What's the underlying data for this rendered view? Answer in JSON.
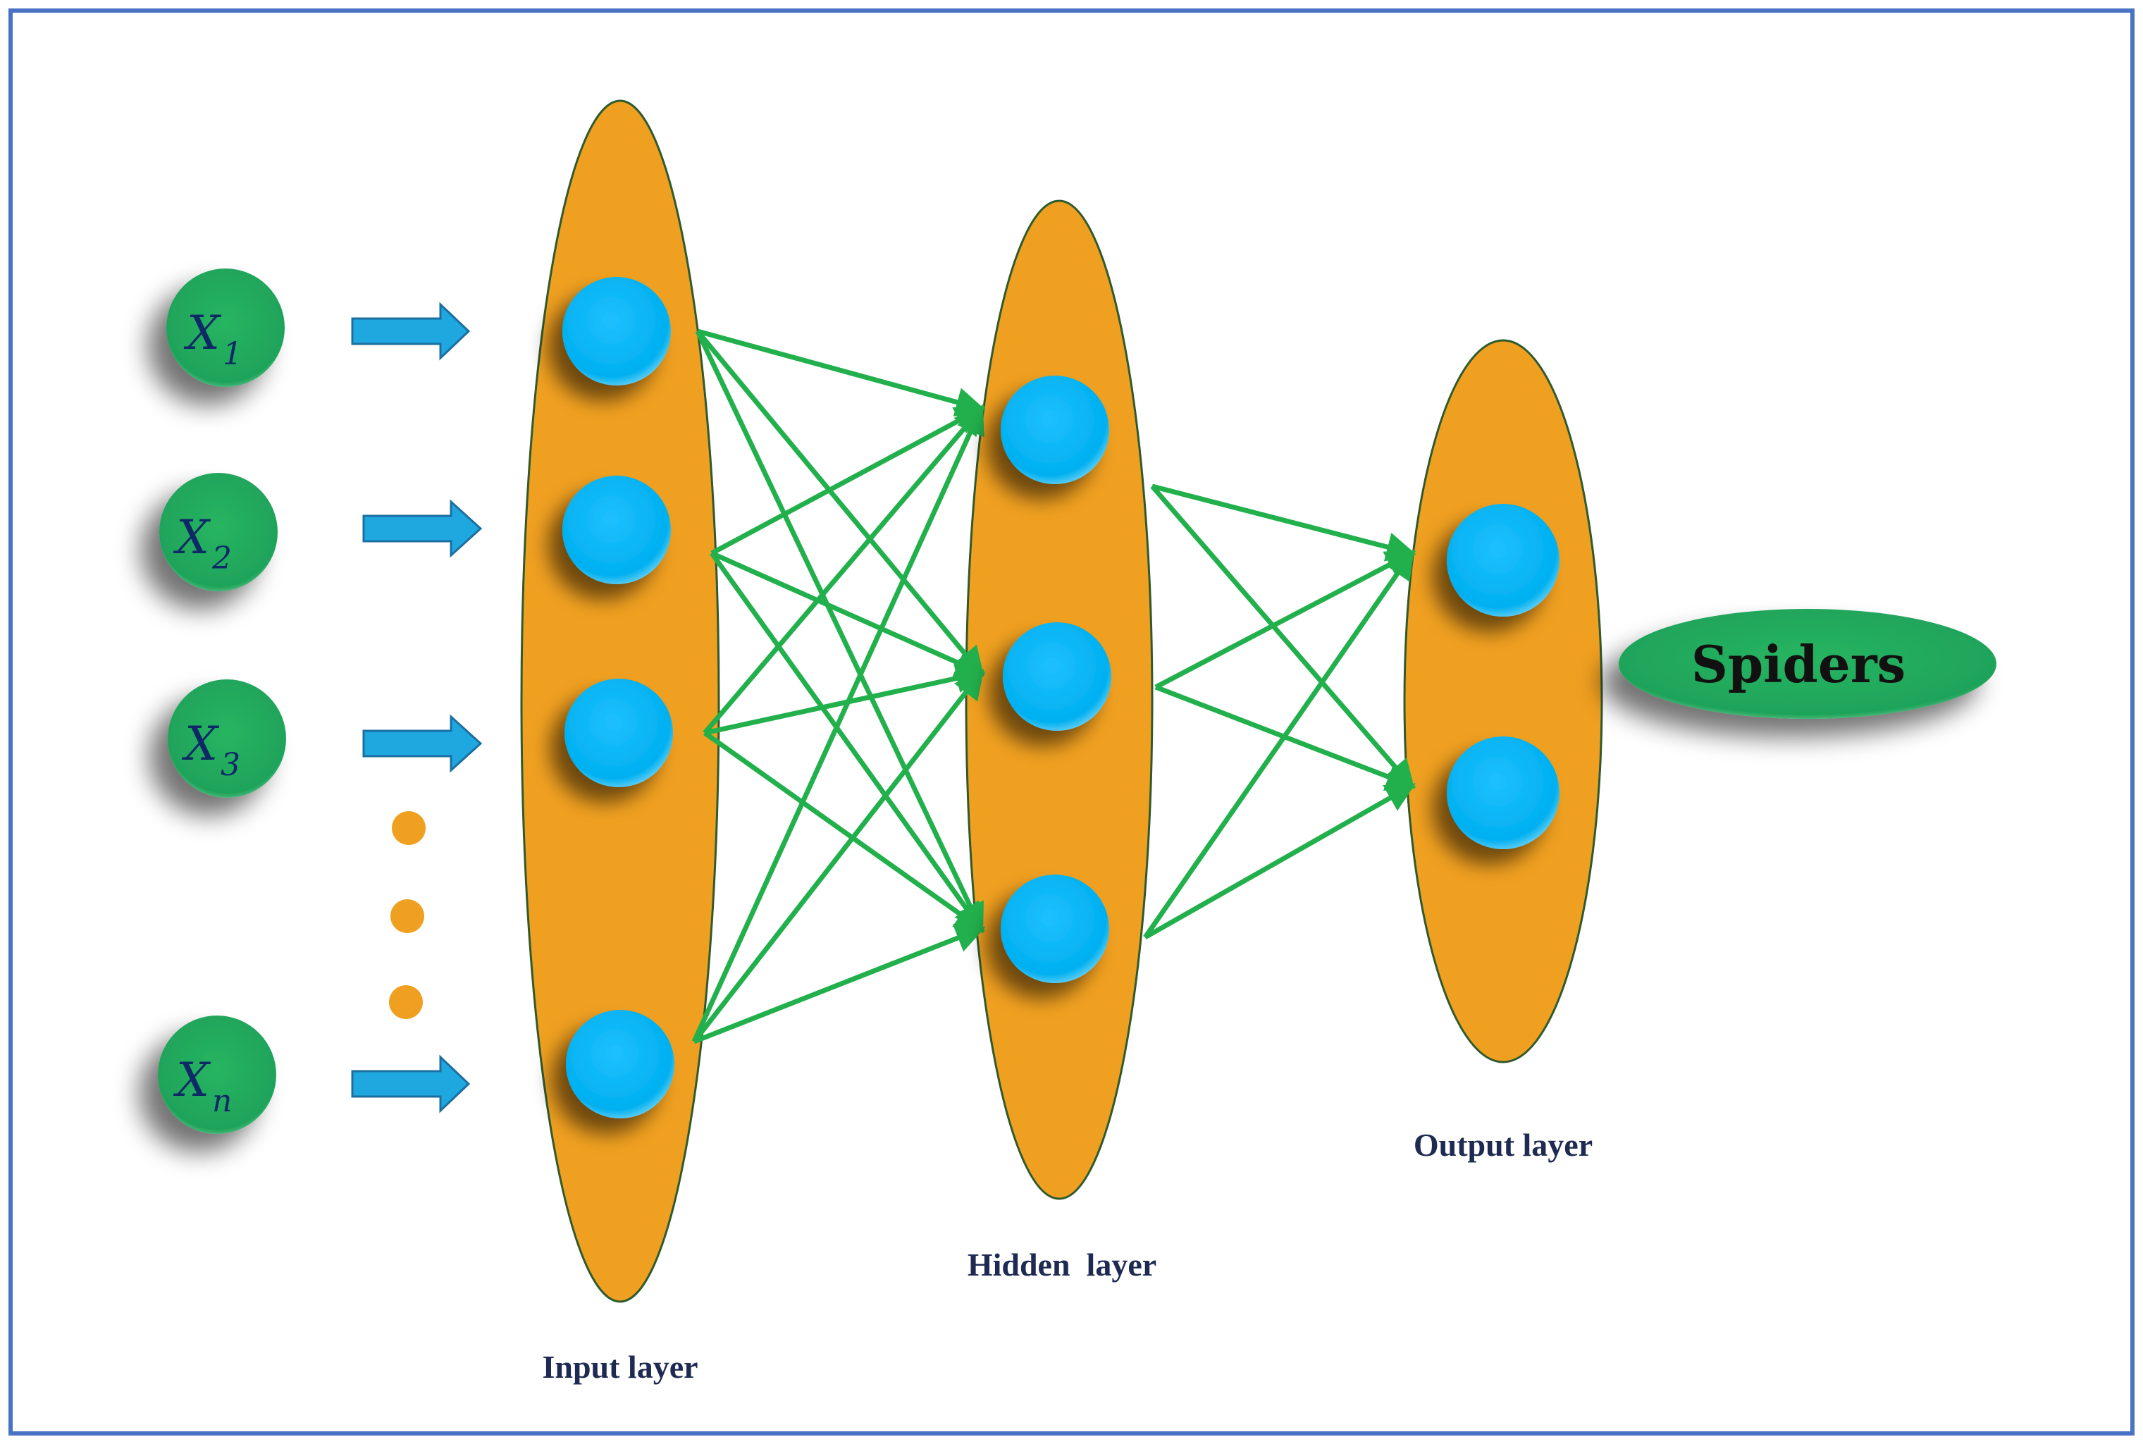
{
  "diagram": {
    "inputs": [
      {
        "symbol": "X",
        "subscript": "1"
      },
      {
        "symbol": "X",
        "subscript": "2"
      },
      {
        "symbol": "X",
        "subscript": "3"
      },
      {
        "symbol": "X",
        "subscript": "n"
      }
    ],
    "layers": {
      "input": {
        "label": "Input layer",
        "neurons": 4
      },
      "hidden": {
        "label": "Hidden  layer",
        "neurons": 3
      },
      "output": {
        "label": "Output layer",
        "neurons": 2
      }
    },
    "output_label": "Spiders",
    "colors": {
      "frame": "#4a72c4",
      "layer_fill": "#f0a020",
      "neuron_fill": "#00b0f0",
      "input_node": "#1fa35a",
      "connection": "#22b04c",
      "input_arrow": "#1fa8e0",
      "ellipsis_dot": "#f0a020"
    }
  }
}
